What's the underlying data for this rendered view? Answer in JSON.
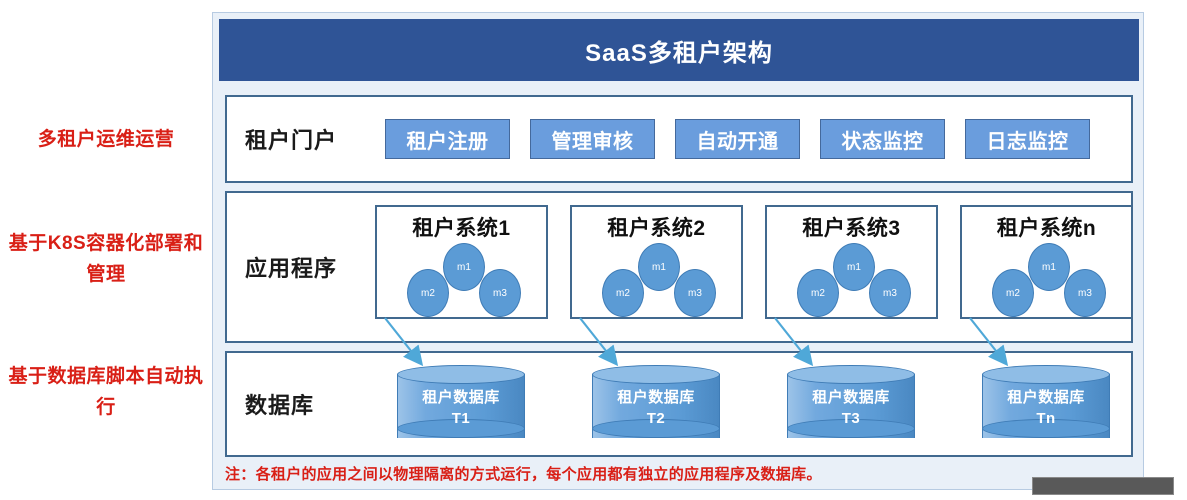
{
  "side_labels": [
    "多租户运维运营",
    "基于K8S容器化部署和管理",
    "基于数据库脚本自动执行"
  ],
  "diagram": {
    "title": "SaaS多租户架构",
    "colors": {
      "title_bar": "#2F5496",
      "button": "#6A9DDD",
      "node": "#5B9BD5",
      "cylinder": "#5B9BD5",
      "arrow": "#4FA8D8",
      "frame_bg": "#E9F0F8",
      "panel_border": "#41698F",
      "annotation_red": "#D91F16"
    },
    "rows": {
      "portal": {
        "label": "租户门户",
        "buttons": [
          "租户注册",
          "管理审核",
          "自动开通",
          "状态监控",
          "日志监控"
        ]
      },
      "application": {
        "label": "应用程序",
        "node_labels": [
          "m1",
          "m2",
          "m3"
        ],
        "systems": [
          "租户系统1",
          "租户系统2",
          "租户系统3",
          "租户系统n"
        ]
      },
      "database": {
        "label": "数据库",
        "cylinders": [
          {
            "name": "租户数据库",
            "tag": "T1"
          },
          {
            "name": "租户数据库",
            "tag": "T2"
          },
          {
            "name": "租户数据库",
            "tag": "T3"
          },
          {
            "name": "租户数据库",
            "tag": "Tn"
          }
        ]
      }
    },
    "footnote": "注：各租户的应用之间以物理隔离的方式运行，每个应用都有独立的应用程序及数据库。"
  }
}
